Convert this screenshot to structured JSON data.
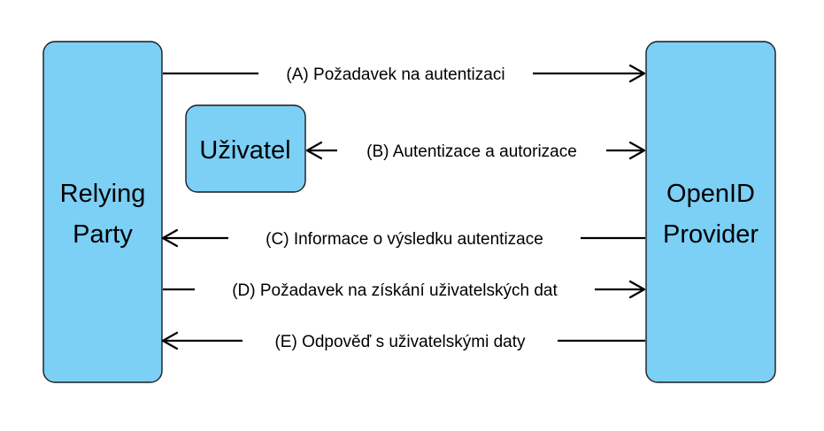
{
  "colors": {
    "node_fill": "#7ccff5",
    "node_stroke": "#1a1a1a",
    "edge": "#000000",
    "background": "#ffffff"
  },
  "nodes": {
    "relying_party": {
      "line1": "Relying",
      "line2": "Party"
    },
    "openid_provider": {
      "line1": "OpenID",
      "line2": "Provider"
    },
    "user": {
      "label": "Uživatel"
    }
  },
  "edges": {
    "a": {
      "label": "(A) Požadavek na autentizaci",
      "direction": "to-provider"
    },
    "b": {
      "label": "(B) Autentizace a autorizace",
      "direction": "bidirectional"
    },
    "c": {
      "label": "(C) Informace o výsledku autentizace",
      "direction": "to-relying-party"
    },
    "d": {
      "label": "(D) Požadavek na získání uživatelských dat",
      "direction": "to-provider"
    },
    "e": {
      "label": "(E) Odpověď s uživatelskými daty",
      "direction": "to-relying-party"
    }
  }
}
